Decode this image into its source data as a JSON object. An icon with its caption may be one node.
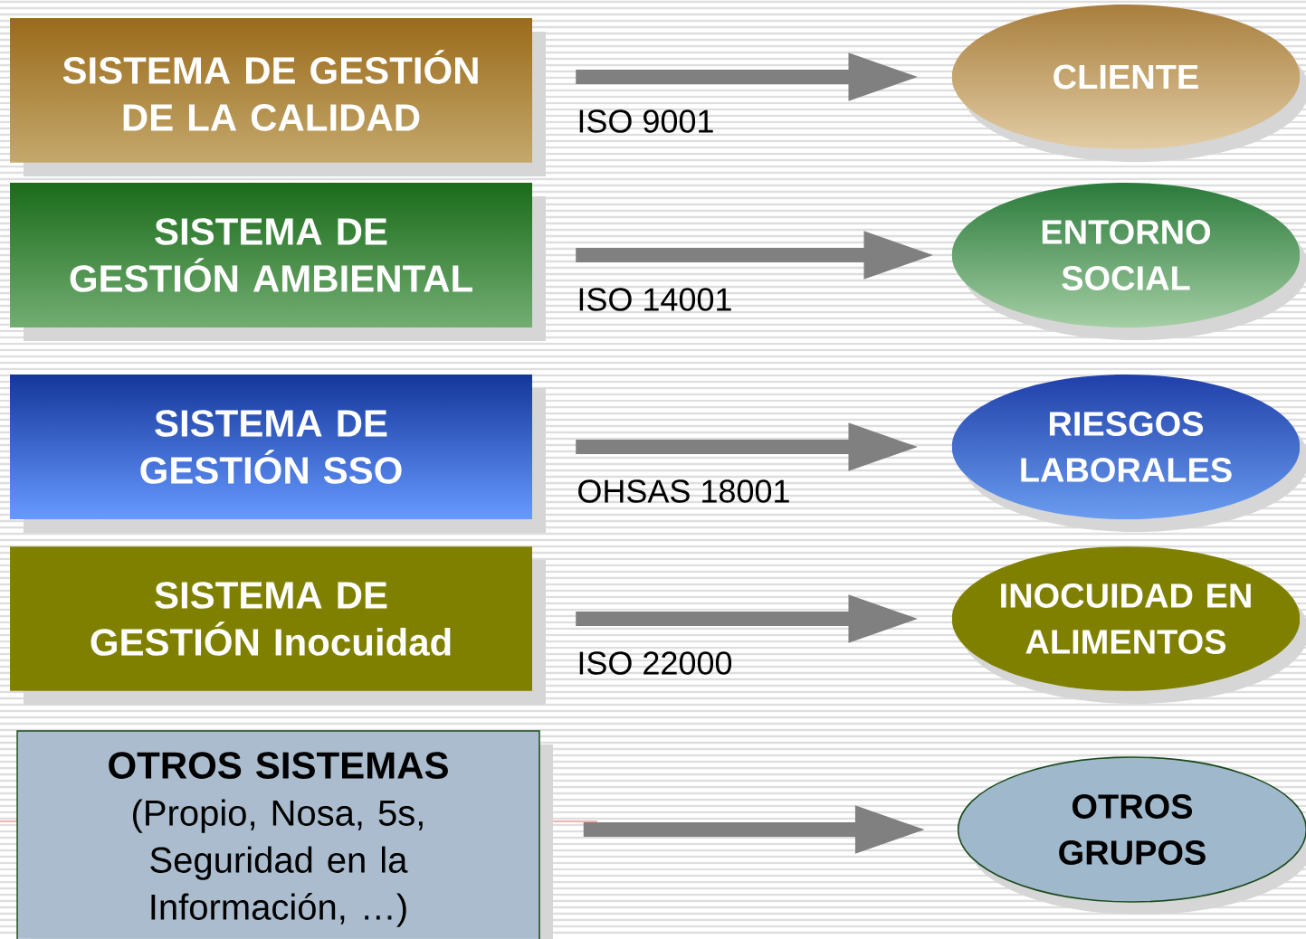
{
  "diagram": {
    "nodes": [
      {
        "text": [
          "SISTEMA DE GESTIÓN DE LA CALIDAD"
        ]
      },
      {
        "text": [
          "CLIENTE"
        ]
      },
      {
        "text": [
          "SISTEMA DE GESTIÓN AMBIENTAL"
        ]
      },
      {
        "text": [
          "ENTORNO SOCIAL"
        ]
      },
      {
        "text": [
          "SISTEMA DE GESTIÓN SSO"
        ]
      },
      {
        "text": [
          "RIESGOS LABORALES"
        ]
      },
      {
        "text": [
          "SISTEMA DE GESTIÓN Inocuidad"
        ]
      },
      {
        "text": [
          "INOCUIDAD EN ALIMENTOS"
        ]
      },
      {
        "text": [
          "OTROS SISTEMAS",
          "(Propio, Nosa, 5s, Seguridad en la Información, …)"
        ]
      },
      {
        "text": [
          "OTROS GRUPOS"
        ]
      }
    ],
    "edges": [
      {
        "from": 0,
        "to": 1,
        "arrow": "to",
        "label": "ISO 9001"
      },
      {
        "from": 2,
        "to": 3,
        "arrow": "to",
        "label": "ISO 14001"
      },
      {
        "from": 4,
        "to": 5,
        "arrow": "to",
        "label": "OHSAS 18001"
      },
      {
        "from": 6,
        "to": 7,
        "arrow": "to",
        "label": "ISO 22000"
      },
      {
        "from": 8,
        "to": 9,
        "arrow": "to"
      }
    ]
  }
}
